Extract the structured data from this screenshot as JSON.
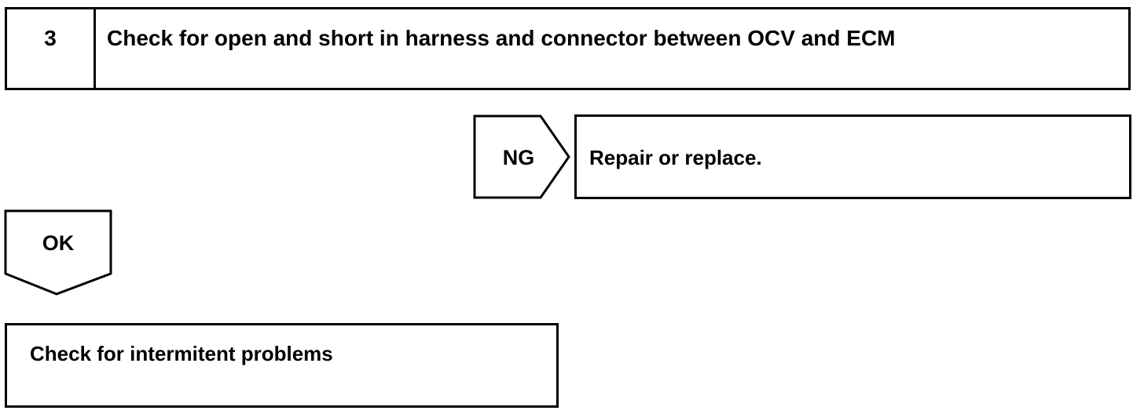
{
  "step": {
    "number": "3",
    "title": "Check for open and short in harness and connector between OCV and ECM"
  },
  "ng_branch": {
    "label": "NG",
    "action": "Repair or replace."
  },
  "ok_branch": {
    "label": "OK",
    "action": "Check for intermitent problems"
  }
}
